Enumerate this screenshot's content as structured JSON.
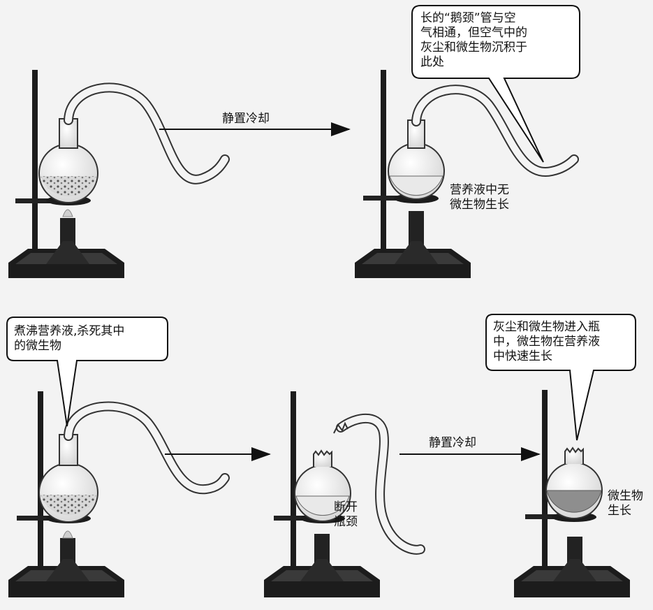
{
  "arrows": {
    "top_label": "静置冷却",
    "bottom_label": "静置冷却"
  },
  "callouts": {
    "gooseneck_note": "长的“鹅颈”管与空\n气相通，但空气中的\n灰尘和微生物沉积于\n此处",
    "boil_note": "煮沸营养液,杀死其中\n的微生物",
    "dust_enter_note": "灰尘和微生物进入瓶\n中，微生物在营养液\n中快速生长"
  },
  "labels": {
    "no_growth": "营养液中无\n微生物生长",
    "break_neck": "断开\n瓶颈",
    "growth": "微生物\n生长"
  },
  "colors": {
    "liquid_clear": "#e9e9e9",
    "liquid_cloudy": "#8e8e8e",
    "stand": "#1c1c1c",
    "bubble_fill": "#ffffff",
    "background": "#f3f3f3"
  }
}
